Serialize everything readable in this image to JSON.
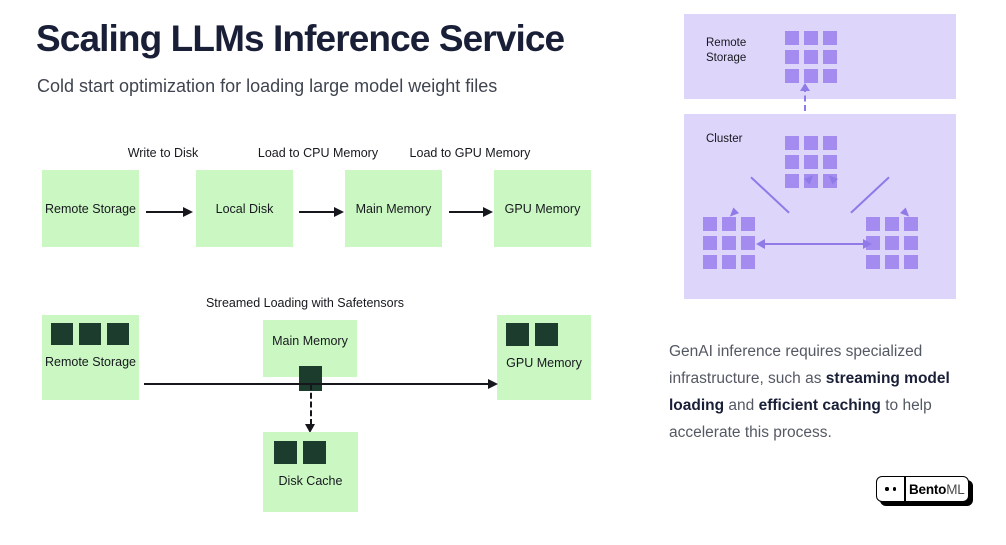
{
  "header": {
    "title": "Scaling LLMs Inference Service",
    "subtitle": "Cold start optimization for loading large model weight files"
  },
  "colors": {
    "green_box": "#caf7c2",
    "tensor_dark": "#1c3d2e",
    "purple_panel": "#ded5fb",
    "purple_square": "#a48bf0",
    "purple_arrow": "#8f7ae8",
    "title_dark": "#1a1f38",
    "body_text": "#545862"
  },
  "diagram_top": {
    "edge_labels": [
      "Write to Disk",
      "Load to CPU Memory",
      "Load to GPU Memory"
    ],
    "nodes": [
      {
        "label": "Remote Storage"
      },
      {
        "label": "Local Disk"
      },
      {
        "label": "Main Memory"
      },
      {
        "label": "GPU Memory"
      }
    ]
  },
  "diagram_bottom": {
    "title": "Streamed Loading with Safetensors",
    "nodes": [
      {
        "label": "Remote Storage",
        "tensors": 3
      },
      {
        "label": "Main Memory",
        "tensors": 1
      },
      {
        "label": "GPU Memory",
        "tensors": 2
      },
      {
        "label": "Disk Cache",
        "tensors": 2
      }
    ]
  },
  "right_panels": [
    {
      "label": "Remote\nStorage",
      "label_line1": "Remote",
      "label_line2": "Storage",
      "grids": 1
    },
    {
      "label": "Cluster",
      "label_line1": "Cluster",
      "label_line2": "",
      "grids": 3
    }
  ],
  "body": {
    "segment_1": "GenAI inference requires specialized infrastructure, such as ",
    "bold_1": "streaming model loading",
    "segment_2": " and ",
    "bold_2": "efficient caching",
    "segment_3": " to help accelerate this process."
  },
  "logo": {
    "name_bold": "Bento",
    "name_light": "ML"
  }
}
